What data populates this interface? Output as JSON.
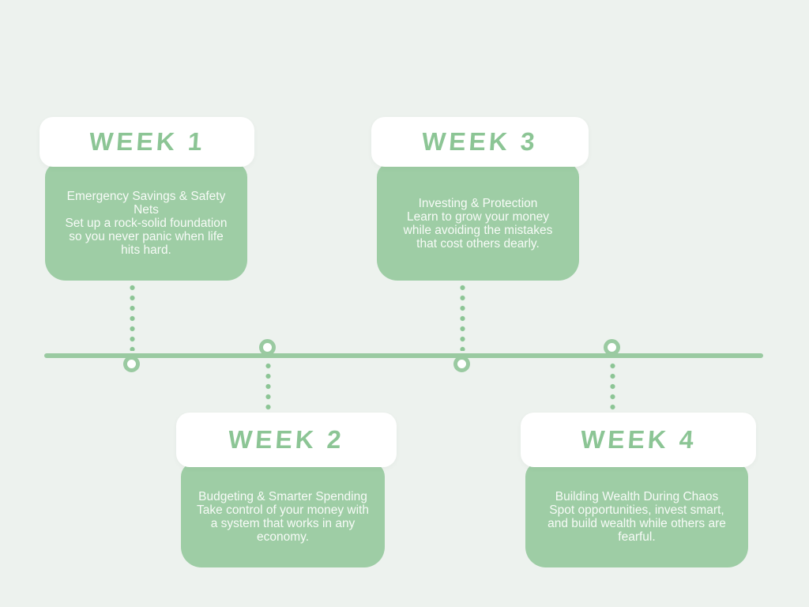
{
  "page": {
    "background_color": "#edf2ee"
  },
  "timeline": {
    "orientation": "horizontal",
    "line_color": "#9acaa1",
    "connector_dot_color": "#8cc595",
    "node_ring_color": "#9acaa1",
    "node_fill_color": "#ffffff",
    "card_body_color": "#9ecda5",
    "card_header_color": "#ffffff",
    "label_color": "#8cc595",
    "body_text_color": "#f7fbf7",
    "items": [
      {
        "label": "WEEK 1",
        "title": "Emergency Savings & Safety Nets",
        "description": "Set up a rock-solid foundation so you never panic when life hits hard.",
        "position": "above-line"
      },
      {
        "label": "WEEK 2",
        "title": "Budgeting & Smarter Spending",
        "description": "Take control of your money with a system that works in any economy.",
        "position": "below-line"
      },
      {
        "label": "WEEK 3",
        "title": "Investing & Protection",
        "description": "Learn to grow your money while avoiding the mistakes that cost others dearly.",
        "position": "above-line"
      },
      {
        "label": "WEEK 4",
        "title": "Building Wealth During Chaos",
        "description": "Spot opportunities, invest smart, and build wealth while others are fearful.",
        "position": "below-line"
      }
    ]
  }
}
